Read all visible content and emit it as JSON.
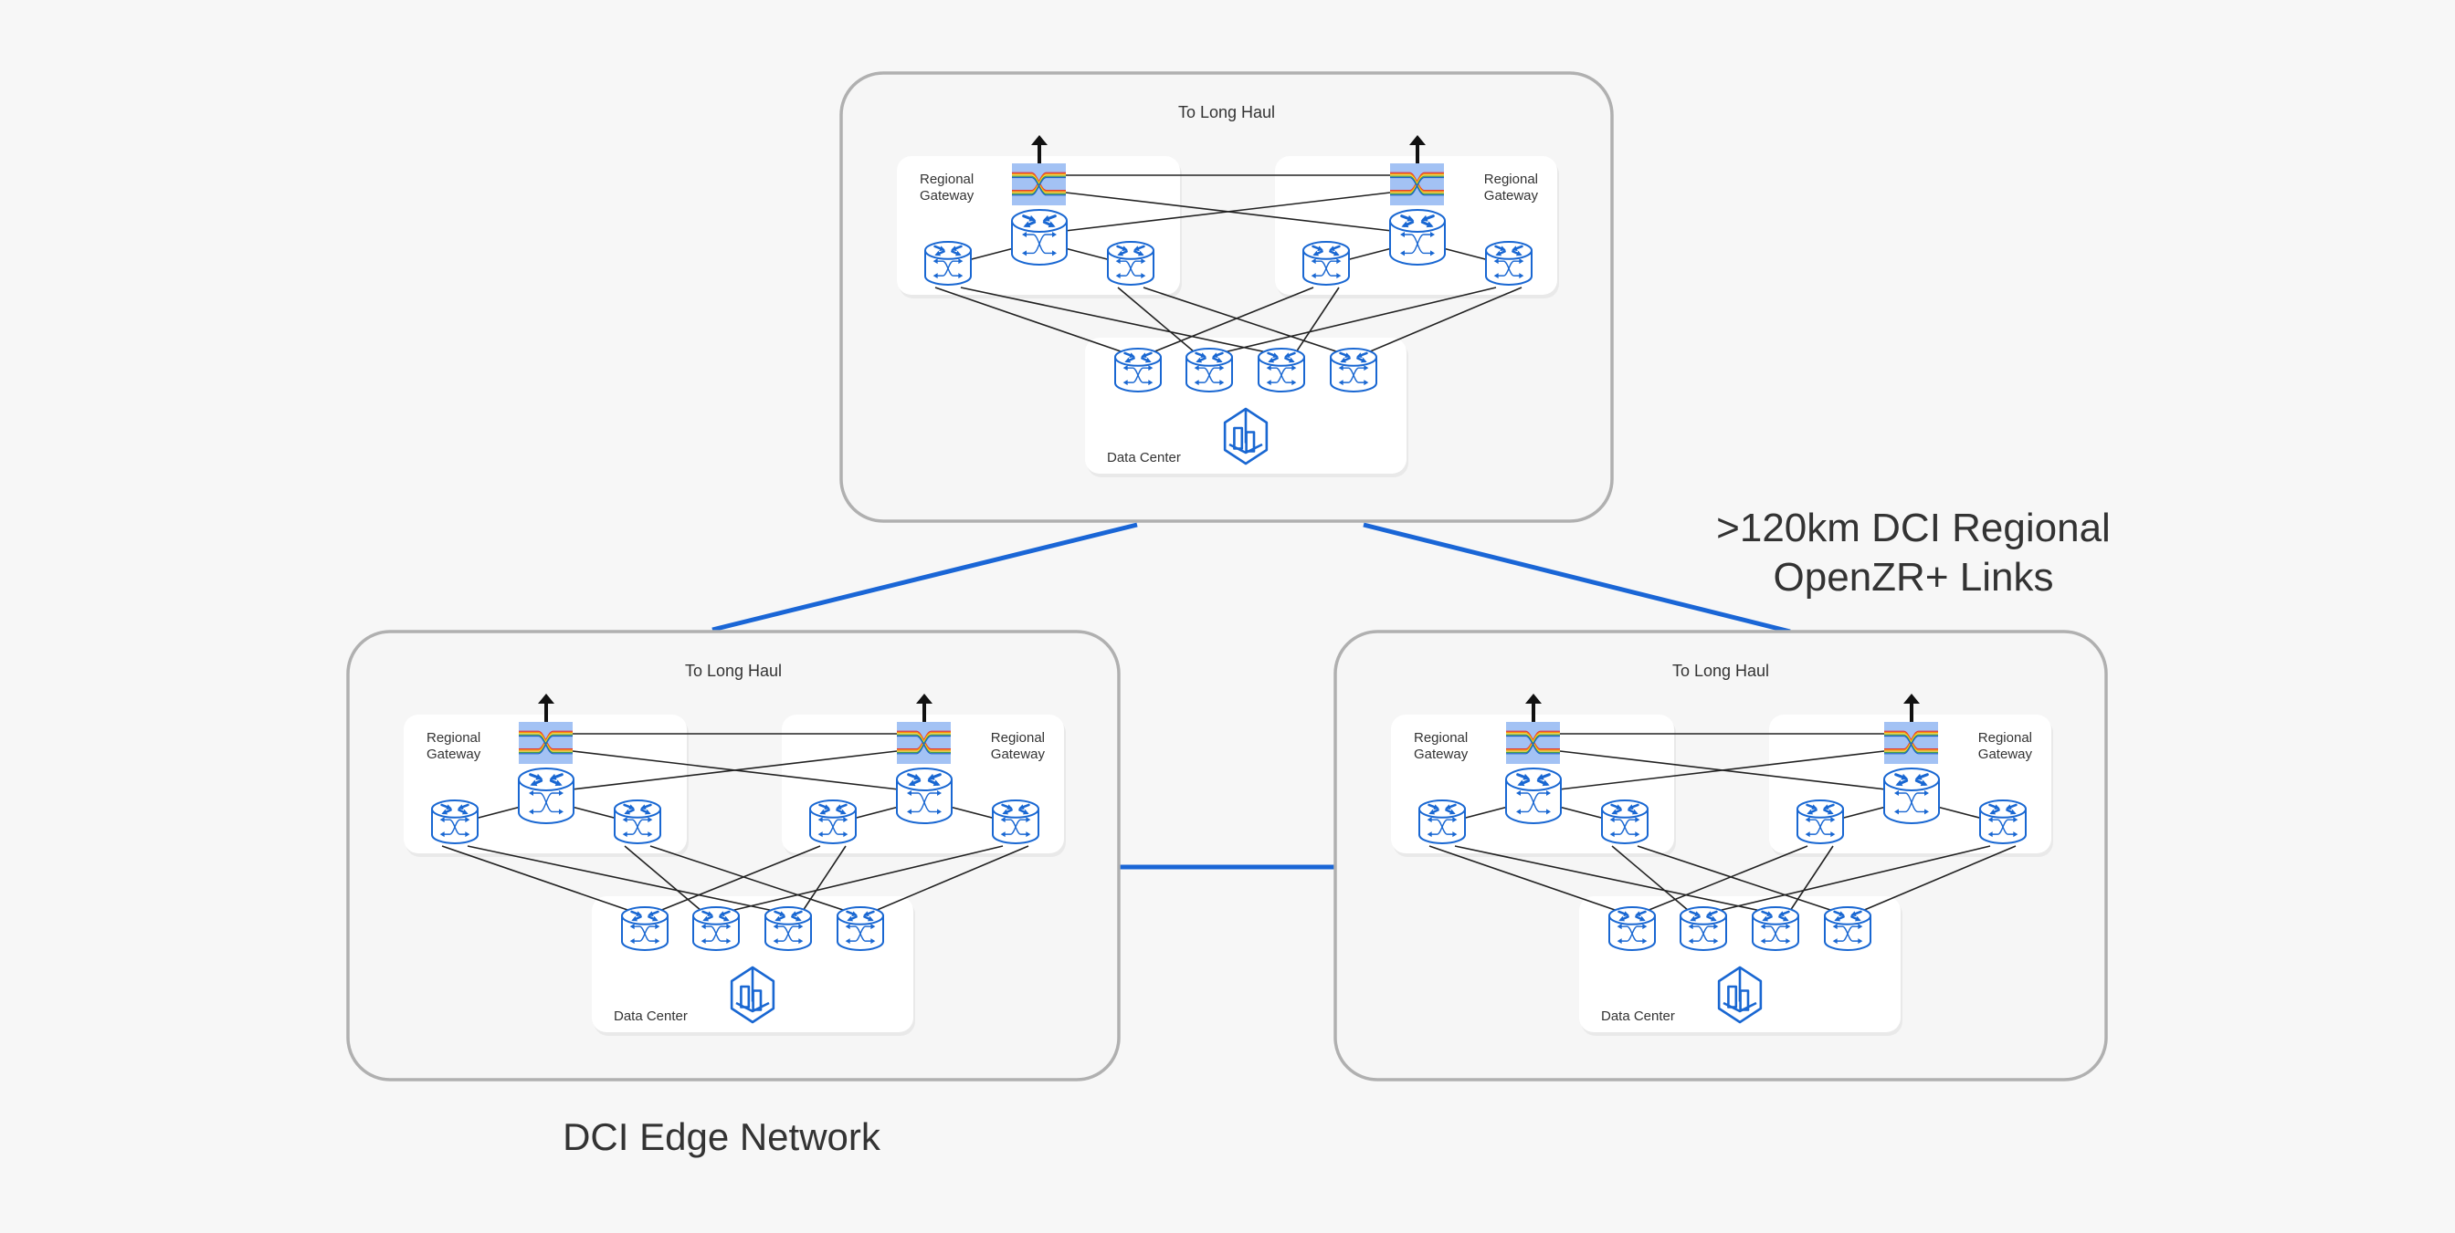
{
  "diagram": {
    "type": "network-topology",
    "colors": {
      "background": "#f7f7f7",
      "panel_border": "#b0b0b0",
      "card_fill": "#ffffff",
      "device_blue": "#1967d2",
      "dci_link": "#1a66d6",
      "internal_link": "#222222",
      "optical_switch_bg": "#a3c2f4",
      "text": "#333333"
    },
    "captions": {
      "edge_network": "DCI Edge Network",
      "regional_links_line1": ">120km DCI Regional",
      "regional_links_line2": "OpenZR+ Links"
    },
    "sites": [
      {
        "id": "site-top",
        "uplink_label": "To Long Haul",
        "gateways": [
          {
            "label_line1": "Regional",
            "label_line2": "Gateway",
            "side": "left",
            "optical_switch": "optical-switch",
            "core_router": "router",
            "edge_routers": 2
          },
          {
            "label_line1": "Regional",
            "label_line2": "Gateway",
            "side": "right",
            "optical_switch": "optical-switch",
            "core_router": "router",
            "edge_routers": 2
          }
        ],
        "datacenter": {
          "label": "Data Center",
          "routers": 4,
          "icon": "data-center-icon"
        }
      },
      {
        "id": "site-bottom-left",
        "uplink_label": "To Long Haul",
        "gateways": [
          {
            "label_line1": "Regional",
            "label_line2": "Gateway",
            "side": "left",
            "optical_switch": "optical-switch",
            "core_router": "router",
            "edge_routers": 2
          },
          {
            "label_line1": "Regional",
            "label_line2": "Gateway",
            "side": "right",
            "optical_switch": "optical-switch",
            "core_router": "router",
            "edge_routers": 2
          }
        ],
        "datacenter": {
          "label": "Data Center",
          "routers": 4,
          "icon": "data-center-icon"
        }
      },
      {
        "id": "site-bottom-right",
        "uplink_label": "To Long Haul",
        "gateways": [
          {
            "label_line1": "Regional",
            "label_line2": "Gateway",
            "side": "left",
            "optical_switch": "optical-switch",
            "core_router": "router",
            "edge_routers": 2
          },
          {
            "label_line1": "Regional",
            "label_line2": "Gateway",
            "side": "right",
            "optical_switch": "optical-switch",
            "core_router": "router",
            "edge_routers": 2
          }
        ],
        "datacenter": {
          "label": "Data Center",
          "routers": 4,
          "icon": "data-center-icon"
        }
      }
    ],
    "dci_links": [
      {
        "from": "site-top",
        "to": "site-bottom-left"
      },
      {
        "from": "site-top",
        "to": "site-bottom-right"
      },
      {
        "from": "site-bottom-left",
        "to": "site-bottom-right"
      }
    ],
    "internal_links": {
      "switch_to_switch": true,
      "switch_to_opposite_core": true,
      "core_to_edge": true,
      "edge_to_datacenter": [
        [
          "gw0-edge0",
          "dc0"
        ],
        [
          "gw0-edge0",
          "dc2"
        ],
        [
          "gw0-edge1",
          "dc1"
        ],
        [
          "gw0-edge1",
          "dc3"
        ],
        [
          "gw1-edge0",
          "dc0"
        ],
        [
          "gw1-edge0",
          "dc2"
        ],
        [
          "gw1-edge1",
          "dc1"
        ],
        [
          "gw1-edge1",
          "dc3"
        ]
      ]
    }
  }
}
